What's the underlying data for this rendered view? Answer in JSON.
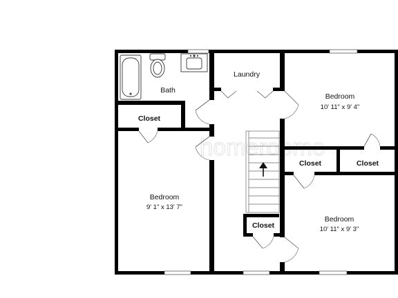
{
  "rooms": {
    "bath": {
      "name": "Bath"
    },
    "laundry": {
      "name": "Laundry"
    },
    "bedroom_top_right": {
      "name": "Bedroom",
      "dims": "10' 11\" x 9' 4\""
    },
    "bedroom_left": {
      "name": "Bedroom",
      "dims": "9' 1\" x 13' 7\""
    },
    "bedroom_bottom_right": {
      "name": "Bedroom",
      "dims": "10' 11\" x 9' 3\""
    },
    "closet_left": {
      "name": "Closet"
    },
    "closet_mid_right": {
      "name": "Closet"
    },
    "closet_far_right": {
      "name": "Closet"
    },
    "closet_stair": {
      "name": "Closet"
    }
  },
  "watermark": "homeroomo",
  "colors": {
    "wall": "#000000",
    "background": "#ffffff"
  }
}
